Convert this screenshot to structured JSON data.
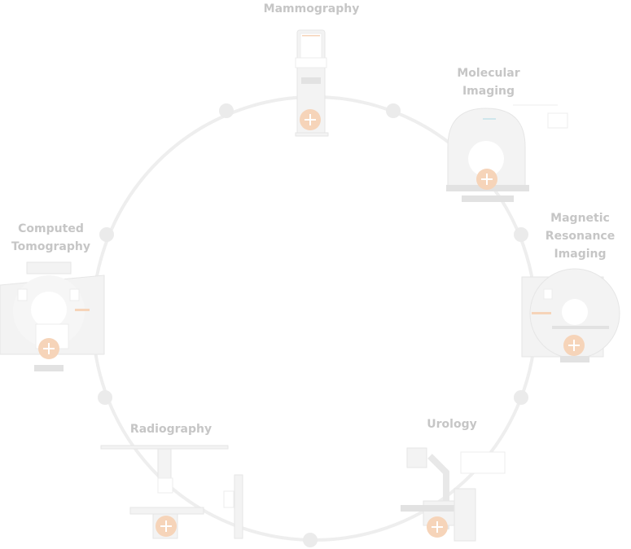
{
  "modalities": [
    {
      "id": "mammography",
      "label": "Mammography"
    },
    {
      "id": "molecular-imaging",
      "label": "Molecular\nImaging"
    },
    {
      "id": "magnetic-resonance-imaging",
      "label": "Magnetic\nResonance\nImaging"
    },
    {
      "id": "urology",
      "label": "Urology"
    },
    {
      "id": "radiography",
      "label": "Radiography"
    },
    {
      "id": "computed-tomography",
      "label": "Computed\nTomography"
    }
  ],
  "colors": {
    "ring": "#eeeeee",
    "label": "#c6c6c6",
    "accent": "#f6d4b9"
  }
}
